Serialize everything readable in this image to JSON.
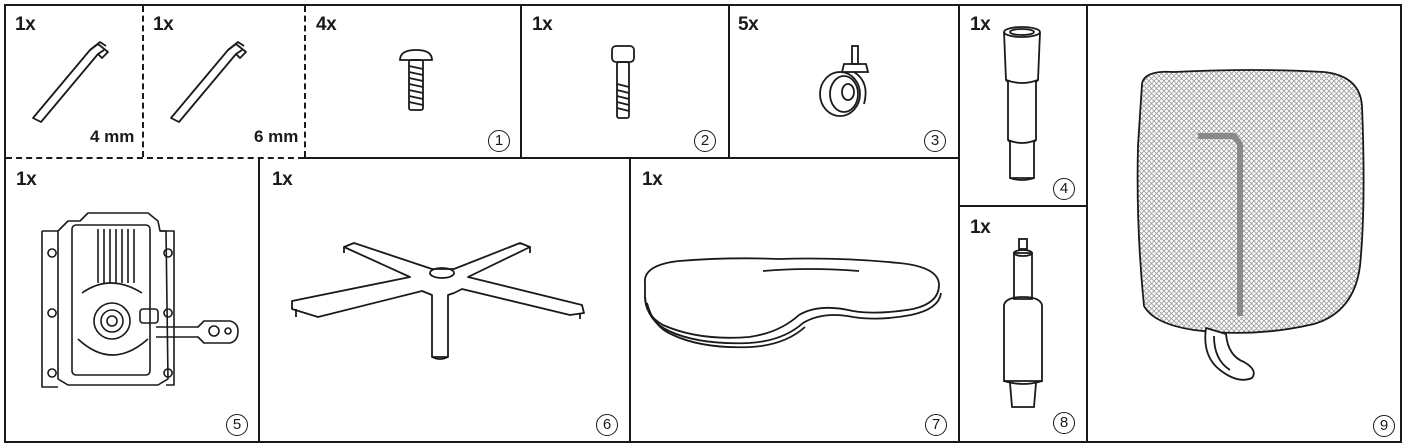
{
  "colors": {
    "ink": "#1a1a1a",
    "mesh": "#9a9a9a",
    "paper": "#ffffff"
  },
  "parts": [
    {
      "id": "allen-key-4mm",
      "quantity": "1x",
      "size": "4 mm",
      "icon": "allen-key-icon"
    },
    {
      "id": "allen-key-6mm",
      "quantity": "1x",
      "size": "6 mm",
      "icon": "allen-key-icon"
    },
    {
      "id": "screw-short",
      "quantity": "4x",
      "number": "1",
      "icon": "screw-icon"
    },
    {
      "id": "screw-long",
      "quantity": "1x",
      "number": "2",
      "icon": "bolt-icon"
    },
    {
      "id": "caster",
      "quantity": "5x",
      "number": "3",
      "icon": "caster-wheel-icon"
    },
    {
      "id": "extension-tube",
      "quantity": "1x",
      "number": "4",
      "icon": "extension-tube-icon"
    },
    {
      "id": "mechanism",
      "quantity": "1x",
      "number": "5",
      "icon": "tilt-mechanism-icon"
    },
    {
      "id": "base",
      "quantity": "1x",
      "number": "6",
      "icon": "star-base-icon"
    },
    {
      "id": "seat",
      "quantity": "1x",
      "number": "7",
      "icon": "seat-cushion-icon"
    },
    {
      "id": "gas-lift",
      "quantity": "1x",
      "number": "8",
      "icon": "gas-cylinder-icon"
    },
    {
      "id": "backrest",
      "quantity": "",
      "number": "9",
      "icon": "mesh-backrest-icon"
    }
  ]
}
